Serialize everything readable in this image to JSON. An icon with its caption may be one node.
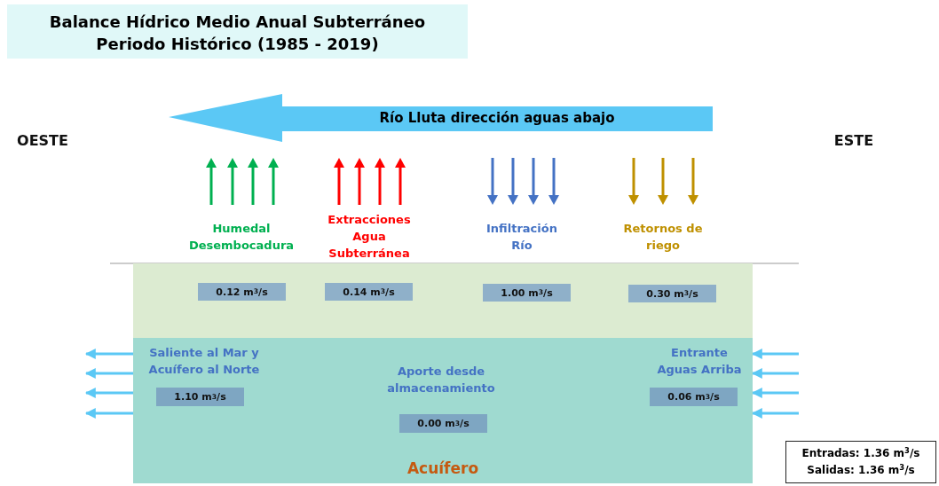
{
  "diagram": {
    "title": "Balance Hídrico Medio Anual Subterráneo Periodo Histórico (1985 - 2019)",
    "nodes": [
      {
        "text": [
          "Río Lluta dirección aguas abajo"
        ]
      },
      {
        "text": [],
        "shape": "box"
      },
      {
        "text": [
          "0.12 m$^{3}$/s"
        ],
        "in": 1
      },
      {
        "text": [
          "0.14 m$^{3}$/s"
        ],
        "in": 1
      },
      {
        "text": [
          "1.00 m$^{3}$/s"
        ],
        "in": 1
      },
      {
        "text": [
          "0.30 m$^{3}$/s"
        ],
        "in": 1
      },
      {
        "text": [
          "Acuífero"
        ]
      },
      {
        "text": [
          "1.10 m$^{3}$/s"
        ],
        "in": 6
      },
      {
        "text": [
          "0.06 m$^{3}$/s"
        ],
        "in": 6
      },
      {
        "text": [
          "0.00 m$^{3}$/s"
        ],
        "in": 6
      },
      {
        "text": [
          "Entradas: 1.36 m$^{3}$/s",
          "Salidas: 1.36 m$^{3}$/s"
        ]
      }
    ],
    "edges": [
      {
        "from": 6,
        "to": null,
        "arrow": "to"
      },
      {
        "from": 6,
        "to": null,
        "arrow": "to"
      },
      {
        "from": 6,
        "to": null,
        "arrow": "to"
      },
      {
        "from": 6,
        "to": null,
        "arrow": "to"
      },
      {
        "from": null,
        "to": 6,
        "arrow": "to"
      },
      {
        "from": null,
        "to": 6,
        "arrow": "to"
      },
      {
        "from": null,
        "to": 6,
        "arrow": "to"
      },
      {
        "from": null,
        "to": 6,
        "arrow": "to"
      }
    ],
    "labels": [
      "OESTE",
      "ESTE",
      "Humedal Desembocadura",
      "Extracciones Agua Subterránea",
      "Infiltración Río",
      "Retornos de riego",
      "Saliente al Mar y Acuífero al Norte",
      "Aporte desde almacenamiento",
      "Entrante Aguas Arriba"
    ]
  }
}
